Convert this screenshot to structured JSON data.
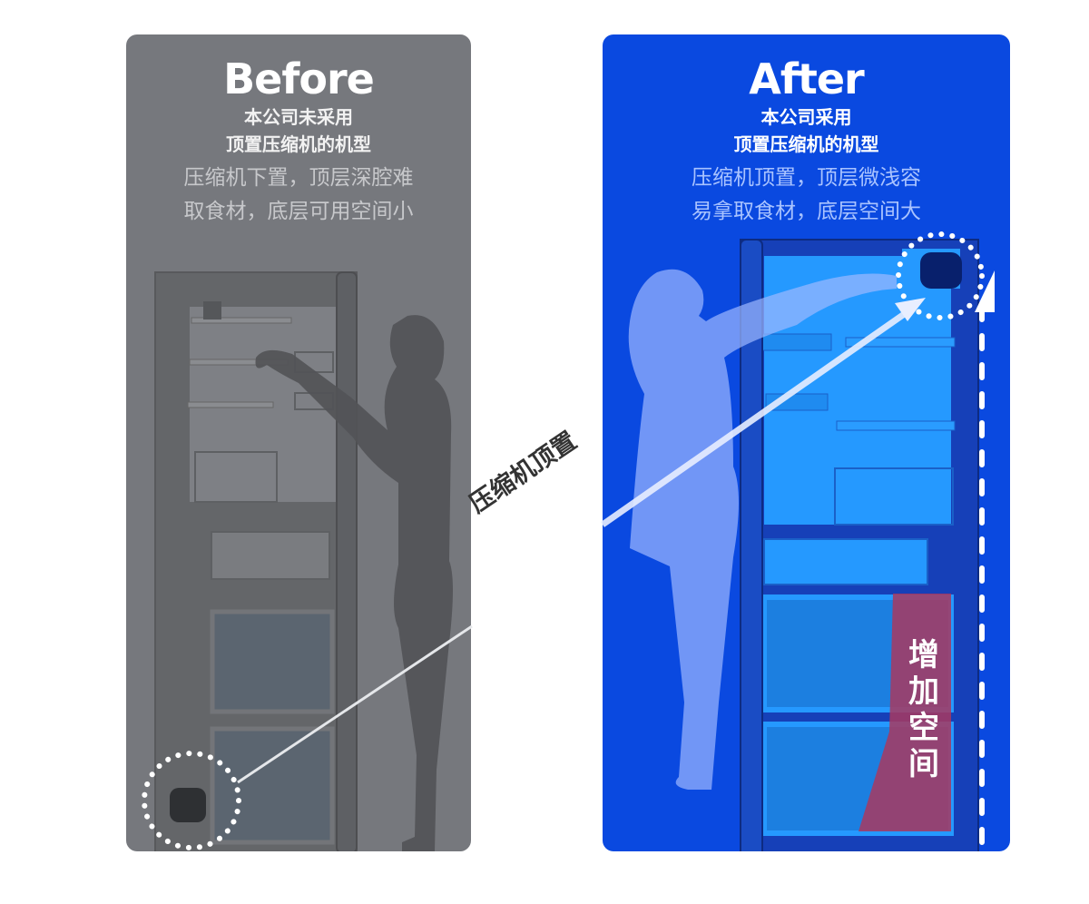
{
  "before": {
    "heading": "Before",
    "subtitle_line1": "本公司未采用",
    "subtitle_line2": "顶置压缩机的机型",
    "description_line1": "压缩机下置，顶层深腔难",
    "description_line2": "取食材，底层可用空间小",
    "background_color": "#76787d"
  },
  "after": {
    "heading": "After",
    "subtitle_line1": "本公司采用",
    "subtitle_line2": "顶置压缩机的机型",
    "description_line1": "压缩机顶置，顶层微浅容",
    "description_line2": "易拿取食材，底层空间大",
    "background_color": "#0a49e0"
  },
  "callout": {
    "label": "压缩机顶置"
  },
  "space_badge": {
    "label": "增加空间",
    "color": "#a8385f"
  }
}
